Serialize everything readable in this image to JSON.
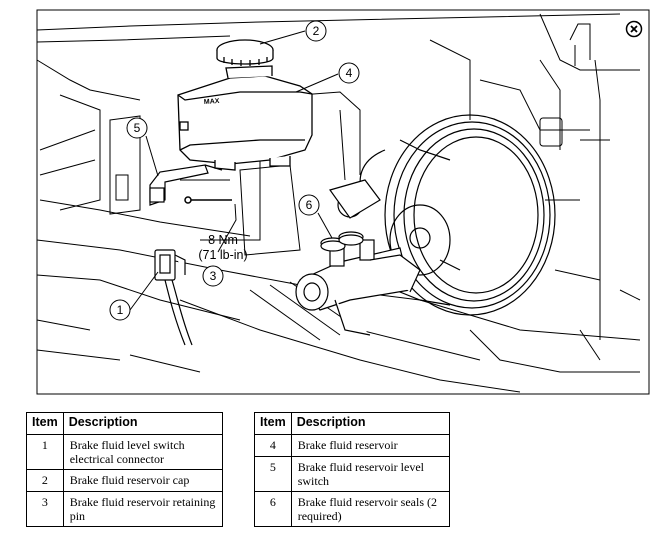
{
  "diagram": {
    "callouts": [
      "1",
      "2",
      "3",
      "4",
      "5",
      "6"
    ],
    "torque_spec": {
      "metric": "8 Nm",
      "imperial": "(71 lb-in)"
    },
    "reservoir_mark": "MAX"
  },
  "close_button": {
    "icon": "close-icon",
    "symbol": "×"
  },
  "legend": {
    "header": {
      "item": "Item",
      "description": "Description"
    },
    "left": [
      {
        "item": "1",
        "description": "Brake fluid level switch electrical connector"
      },
      {
        "item": "2",
        "description": "Brake fluid reservoir cap"
      },
      {
        "item": "3",
        "description": "Brake fluid reservoir retaining pin"
      }
    ],
    "right": [
      {
        "item": "4",
        "description": "Brake fluid reservoir"
      },
      {
        "item": "5",
        "description": "Brake fluid reservoir level switch"
      },
      {
        "item": "6",
        "description": "Brake fluid reservoir seals (2 required)"
      }
    ]
  }
}
